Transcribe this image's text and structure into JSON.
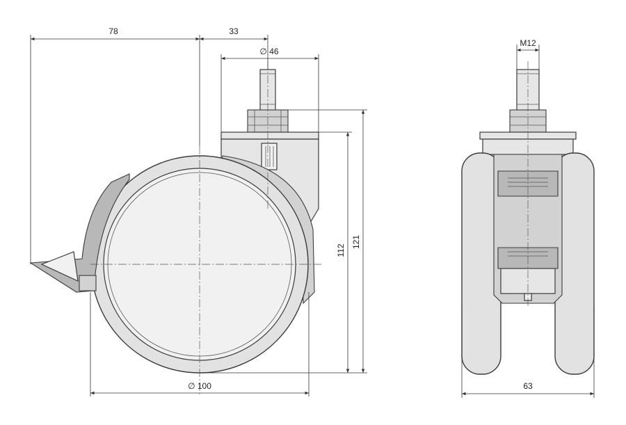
{
  "drawing": {
    "dimensions": {
      "brake_offset": "78",
      "offset": "33",
      "top_plate_diameter": "∅ 46",
      "thread": "M12",
      "height_wheel": "112",
      "total_height": "121",
      "wheel_diameter": "∅ 100",
      "width": "63"
    }
  }
}
